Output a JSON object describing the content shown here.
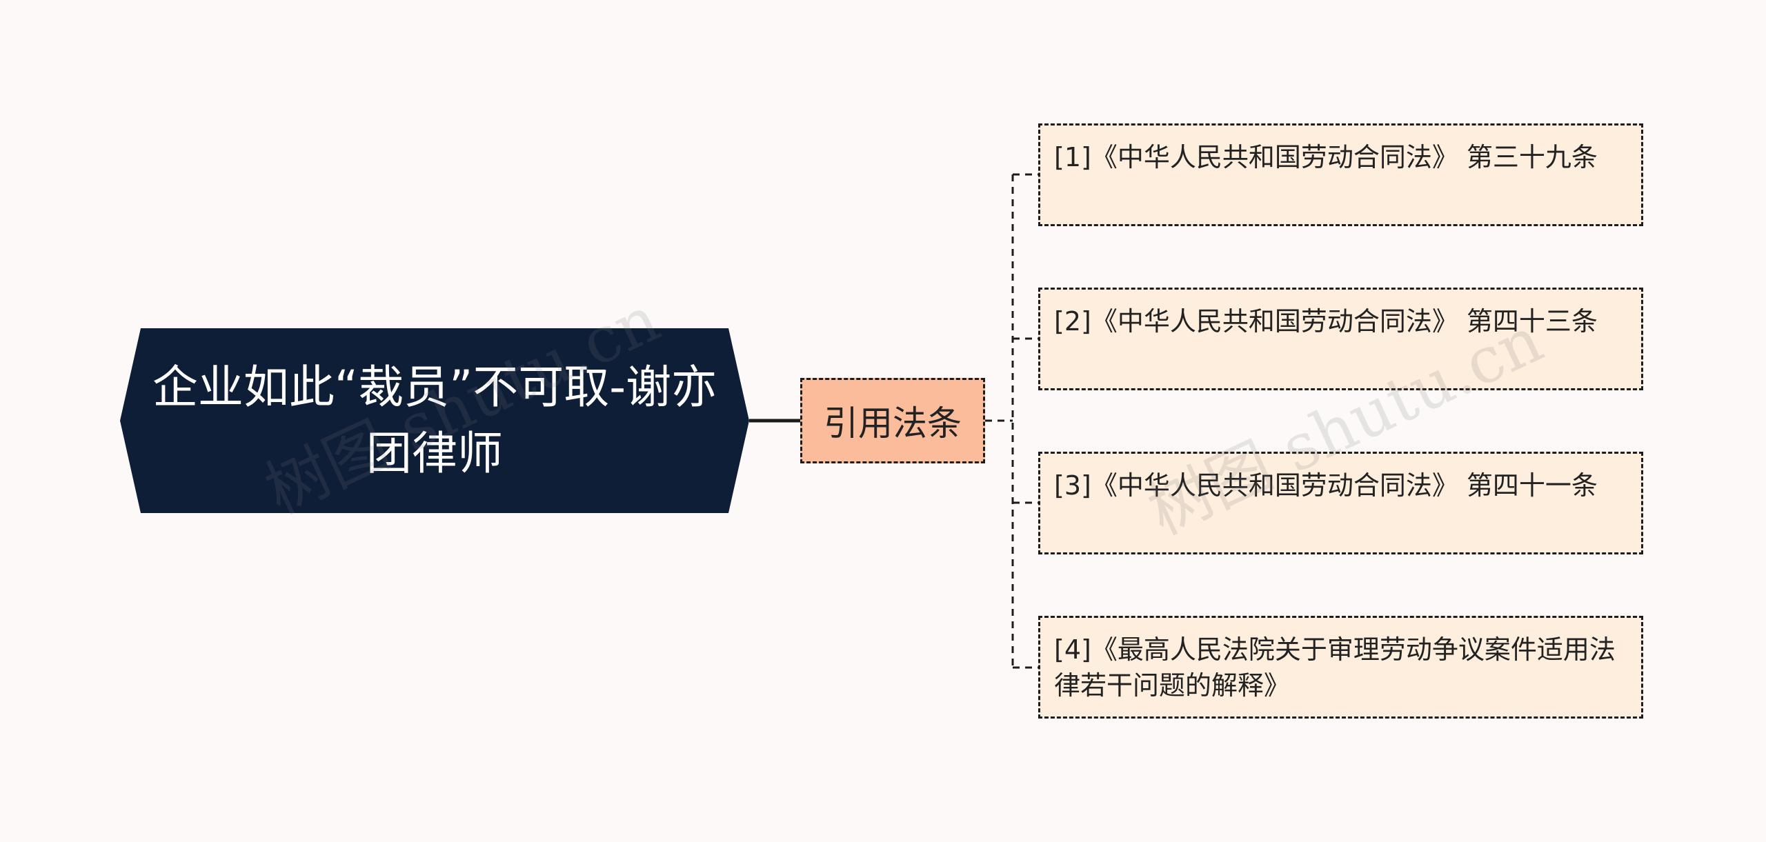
{
  "mindmap": {
    "root": {
      "label": "企业如此“裁员”不可取-谢亦团律师"
    },
    "branch": {
      "label": "引用法条"
    },
    "leaves": [
      {
        "label": "[1]《中华人民共和国劳动合同法》 第三十九条"
      },
      {
        "label": "[2]《中华人民共和国劳动合同法》 第四十三条"
      },
      {
        "label": "[3]《中华人民共和国劳动合同法》 第四十一条"
      },
      {
        "label": "[4]《最高人民法院关于审理劳动争议案件适用法律若干问题的解释》"
      }
    ]
  },
  "watermarks": [
    "树图 shutu.cn",
    "树图 shutu.cn"
  ],
  "colors": {
    "background": "#fcf9f8",
    "root_fill": "#0f1e37",
    "root_text": "#ffffff",
    "branch_fill": "#fbbc9c",
    "leaf_fill": "#fdeedd",
    "line": "#1c1c1c"
  }
}
